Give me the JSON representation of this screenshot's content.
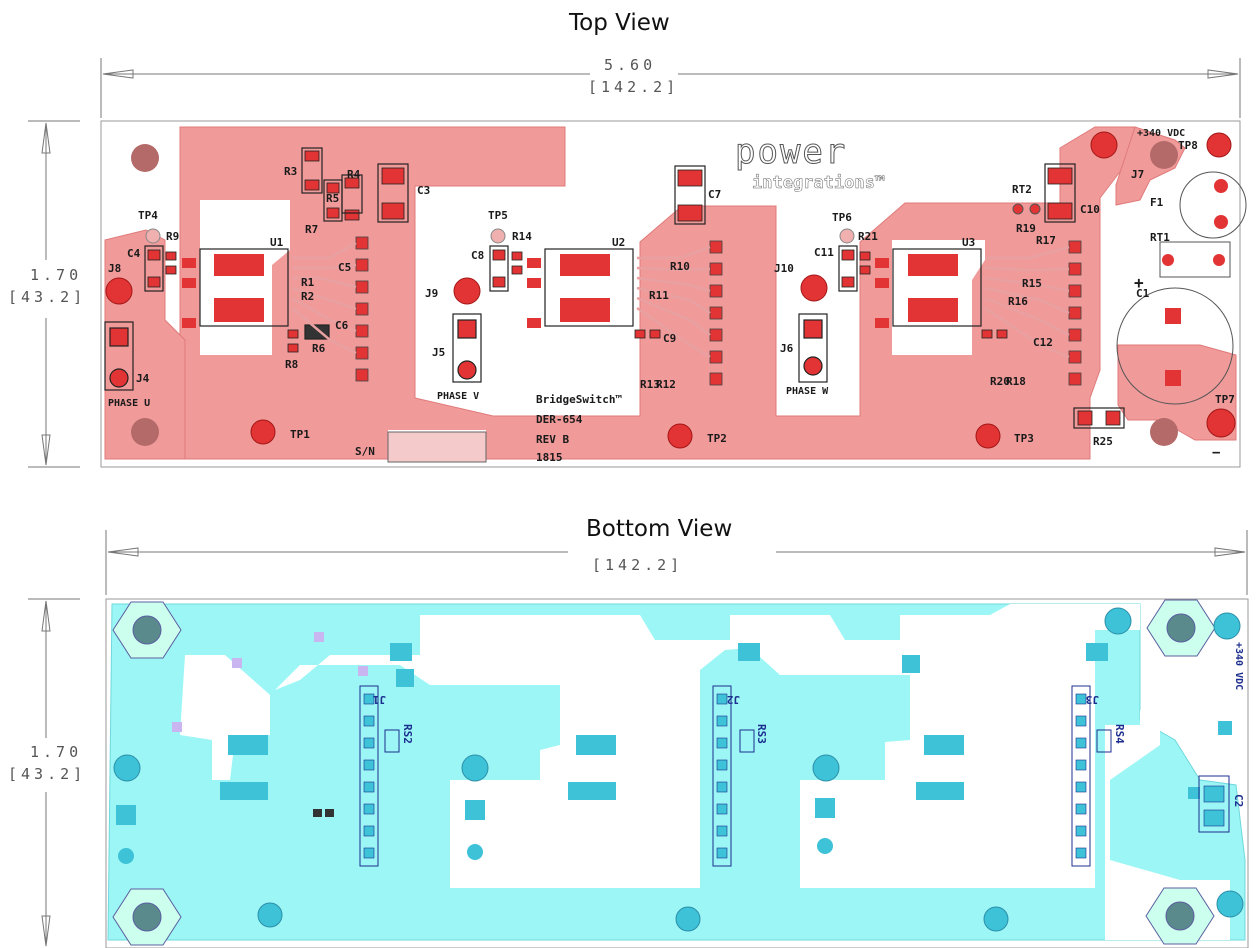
{
  "top_view": {
    "title": "Top View",
    "width_in": "5.60",
    "width_mm": "[142.2]",
    "height_in": "1.70",
    "height_mm": "[43.2]",
    "logo_line1": "power",
    "logo_line2": "integrations™",
    "board_text": [
      "BridgeSwitch™",
      "DER-654",
      "REV B",
      "1815"
    ],
    "sn_label": "S/N",
    "voltage_label": "+340 VDC",
    "plus_mark": "+",
    "minus_mark": "−",
    "phase_labels": [
      "PHASE U",
      "PHASE V",
      "PHASE W"
    ],
    "designators": {
      "R3": "R3",
      "R4": "R4",
      "R5": "R5",
      "R7": "R7",
      "C3": "C3",
      "R1": "R1",
      "R2": "R2",
      "C5": "C5",
      "C6": "C6",
      "R6": "R6",
      "R8": "R8",
      "TP4": "TP4",
      "C4": "C4",
      "R9": "R9",
      "U1": "U1",
      "J8": "J8",
      "J4": "J4",
      "TP5": "TP5",
      "R14": "R14",
      "C8": "C8",
      "J9": "J9",
      "J5": "J5",
      "U2": "U2",
      "R10": "R10",
      "R11": "R11",
      "C9": "C9",
      "R13": "R13",
      "R12": "R12",
      "C7": "C7",
      "TP6": "TP6",
      "R21": "R21",
      "C11": "C11",
      "J10": "J10",
      "J6": "J6",
      "U3": "U3",
      "R19": "R19",
      "R17": "R17",
      "R15": "R15",
      "R16": "R16",
      "C12": "C12",
      "R20": "R20",
      "R18": "R18",
      "RT2": "RT2",
      "C10": "C10",
      "J7": "J7",
      "TP8": "TP8",
      "F1": "F1",
      "RT1": "RT1",
      "C1": "C1",
      "TP7": "TP7",
      "R25": "R25",
      "TP1": "TP1",
      "TP2": "TP2",
      "TP3": "TP3"
    }
  },
  "bottom_view": {
    "title": "Bottom View",
    "width_mm": "[142.2]",
    "height_in": "1.70",
    "height_mm": "[43.2]",
    "mirrored_labels": [
      "J1",
      "J2",
      "J3",
      "RS2",
      "RS3",
      "RS4",
      "C2",
      "+340 VDC"
    ]
  },
  "colors": {
    "top_copper": "#f09a9a",
    "top_pad": "#d92a2a",
    "bottom_copper": "#9cf6f6",
    "bottom_pad": "#3ec2d8",
    "board_outline": "#8a8a8a",
    "silkscreen": "#1a1a1a",
    "bottom_silkscreen": "#1c2f8f"
  }
}
